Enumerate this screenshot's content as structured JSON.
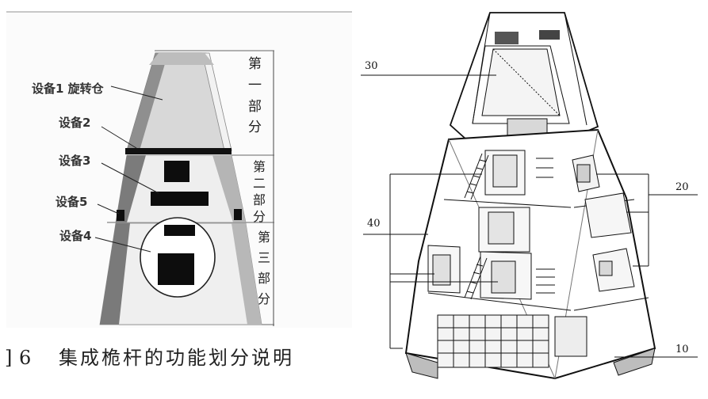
{
  "left_panel": {
    "equipment_labels": [
      "设备1 旋转仓",
      "设备2",
      "设备3",
      "设备5",
      "设备4"
    ],
    "section_labels": [
      {
        "chars": [
          "第",
          "一",
          "部",
          "分"
        ]
      },
      {
        "chars": [
          "第",
          "二",
          "部",
          "分"
        ]
      },
      {
        "chars": [
          "第",
          "三",
          "部",
          "分"
        ]
      }
    ],
    "caption_prefix": "]",
    "caption_number": "6",
    "caption_text": "集成桅杆的功能划分说明"
  },
  "right_panel": {
    "callouts": [
      "30",
      "20",
      "40",
      "10"
    ]
  }
}
